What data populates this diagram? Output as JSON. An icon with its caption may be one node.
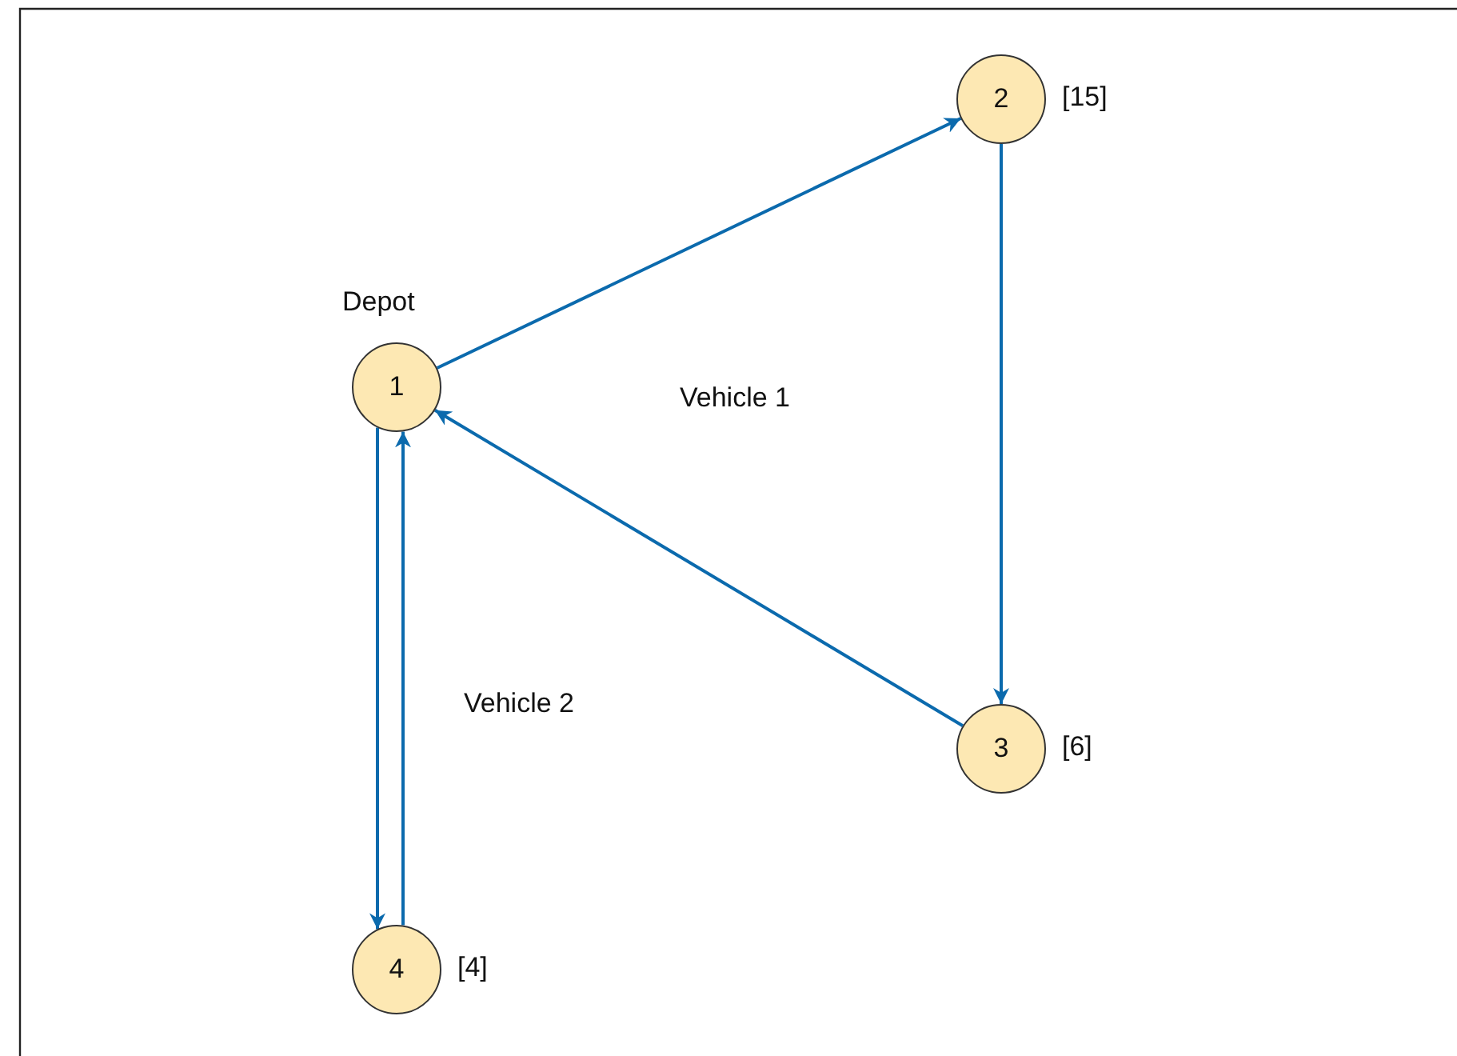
{
  "diagram": {
    "nodes": [
      {
        "text": [
          "1"
        ],
        "beside": [
          "Depot"
        ]
      },
      {
        "text": [
          "2"
        ],
        "beside": [
          "[15]"
        ]
      },
      {
        "text": [
          "3"
        ],
        "beside": [
          "[6]"
        ]
      },
      {
        "text": [
          "4"
        ],
        "beside": [
          "[4]"
        ]
      }
    ],
    "edges": [
      {
        "from": 0,
        "to": 1,
        "arrow": "to"
      },
      {
        "from": 1,
        "to": 2,
        "arrow": "to"
      },
      {
        "from": 2,
        "to": 0,
        "arrow": "to"
      },
      {
        "from": 0,
        "to": 3,
        "arrow": "to"
      },
      {
        "from": 3,
        "to": 0,
        "arrow": "to"
      }
    ],
    "labels": [
      "Vehicle 1",
      "Vehicle 2"
    ]
  }
}
